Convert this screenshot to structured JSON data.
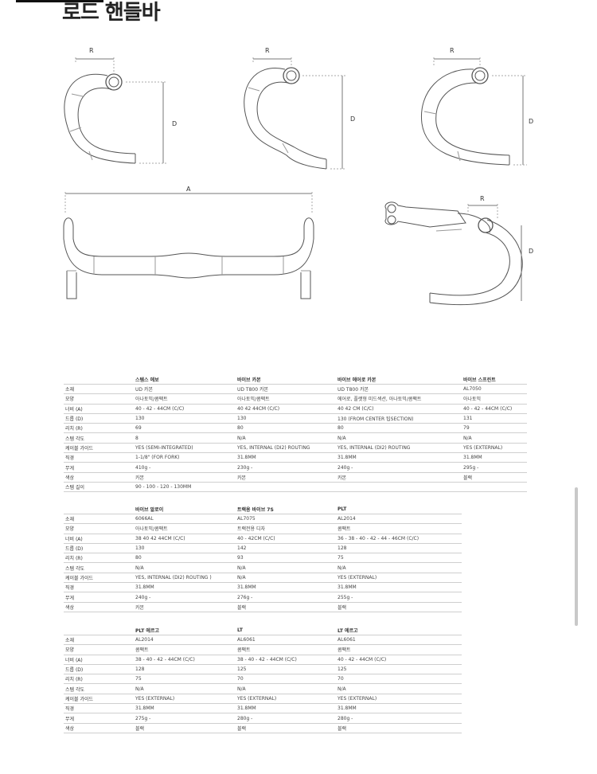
{
  "page": {
    "title": "로드 핸들바"
  },
  "diagram": {
    "label_r": "R",
    "label_d": "D",
    "label_a": "A"
  },
  "tables": [
    {
      "headers": [
        "스템스 에보",
        "바이브 카본",
        "바이브 에어로 카본",
        "바이브 스프린트"
      ],
      "rows": [
        {
          "label": "소재",
          "cells": [
            "UD 카본",
            "UD T800 카본",
            "UD T800 카본",
            "AL7050"
          ]
        },
        {
          "label": "모양",
          "cells": [
            "아나토믹/콤팩트",
            "아나토믹/콤팩트",
            "에어로, 플랫형 미드섹션, 아나토믹/콤팩트",
            "아나토믹"
          ]
        },
        {
          "label": "너비 (A)",
          "cells": [
            "40 - 42 - 44CM (C/C)",
            "40 42 44CM (C/C)",
            "40 42 CM (C/C)",
            "40 - 42 - 44CM (C/C)"
          ]
        },
        {
          "label": "드롭 (D)",
          "cells": [
            "130",
            "130",
            "130 (FROM CENTER 팁SECTION)",
            "131"
          ]
        },
        {
          "label": "리치 (R)",
          "cells": [
            "69",
            "80",
            "80",
            "79"
          ]
        },
        {
          "label": "스템 각도",
          "cells": [
            "8",
            "N/A",
            "N/A",
            "N/A"
          ]
        },
        {
          "label": "케이블 가이드",
          "cells": [
            "YES (SEMI-INTEGRATED)",
            "YES, INTERNAL (DI2) ROUTING",
            "YES, INTERNAL (DI2) ROUTING",
            "YES (EXTERNAL)"
          ]
        },
        {
          "label": "직경",
          "cells": [
            "1-1/8\" (FOR FORK)",
            "31.8MM",
            "31.8MM",
            "31.8MM"
          ]
        },
        {
          "label": "무게",
          "cells": [
            "410g -",
            "230g -",
            "240g -",
            "295g -"
          ]
        },
        {
          "label": "색상",
          "cells": [
            "카본",
            "카본",
            "카본",
            "블랙"
          ]
        },
        {
          "label": "스템 길이",
          "cells": [
            "90 - 100 - 120 - 130MM",
            "",
            "",
            ""
          ]
        }
      ]
    },
    {
      "headers": [
        "바이브 알로이",
        "트랙용 바이브 7S",
        "PLT"
      ],
      "rows": [
        {
          "label": "소재",
          "cells": [
            "6066AL",
            "AL7075",
            "AL2014"
          ]
        },
        {
          "label": "모양",
          "cells": [
            "아나토믹/콤팩트",
            "트랙전용 디자",
            "콤팩트"
          ]
        },
        {
          "label": "너비 (A)",
          "cells": [
            "38 40 42 44CM (C/C)",
            "40 - 42CM (C/C)",
            "36 - 38 - 40 - 42 - 44 - 46CM (C/C)"
          ]
        },
        {
          "label": "드롭 (D)",
          "cells": [
            "130",
            "142",
            "128"
          ]
        },
        {
          "label": "리치 (R)",
          "cells": [
            "80",
            "93",
            "75"
          ]
        },
        {
          "label": "스템 각도",
          "cells": [
            "N/A",
            "N/A",
            "N/A"
          ]
        },
        {
          "label": "케이블 가이드",
          "cells": [
            "YES, INTERNAL (DI2) ROUTING )",
            "N/A",
            "YES (EXTERNAL)"
          ]
        },
        {
          "label": "직경",
          "cells": [
            "31.8MM",
            "31.8MM",
            "31.8MM"
          ]
        },
        {
          "label": "무게",
          "cells": [
            "240g -",
            "276g -",
            "255g -"
          ]
        },
        {
          "label": "색상",
          "cells": [
            "카본",
            "블랙",
            "블랙"
          ]
        }
      ]
    },
    {
      "headers": [
        "PLT 에르고",
        "LT",
        "LT 에르고"
      ],
      "rows": [
        {
          "label": "소재",
          "cells": [
            "AL2014",
            "AL6061",
            "AL6061"
          ]
        },
        {
          "label": "모양",
          "cells": [
            "콤팩트",
            "콤팩트",
            "콤팩트"
          ]
        },
        {
          "label": "너비 (A)",
          "cells": [
            "38 - 40 - 42 - 44CM (C/C)",
            "38 - 40 - 42 - 44CM (C/C)",
            "40 - 42 - 44CM (C/C)"
          ]
        },
        {
          "label": "드롭 (D)",
          "cells": [
            "128",
            "125",
            "125"
          ]
        },
        {
          "label": "리치 (R)",
          "cells": [
            "75",
            "70",
            "70"
          ]
        },
        {
          "label": "스템 각도",
          "cells": [
            "N/A",
            "N/A",
            "N/A"
          ]
        },
        {
          "label": "케이블 가이드",
          "cells": [
            "YES (EXTERNAL)",
            "YES (EXTERNAL)",
            "YES (EXTERNAL)"
          ]
        },
        {
          "label": "직경",
          "cells": [
            "31.8MM",
            "31.8MM",
            "31.8MM"
          ]
        },
        {
          "label": "무게",
          "cells": [
            "275g -",
            "280g -",
            "280g -"
          ]
        },
        {
          "label": "색상",
          "cells": [
            "블랙",
            "블랙",
            "블랙"
          ]
        }
      ]
    }
  ]
}
